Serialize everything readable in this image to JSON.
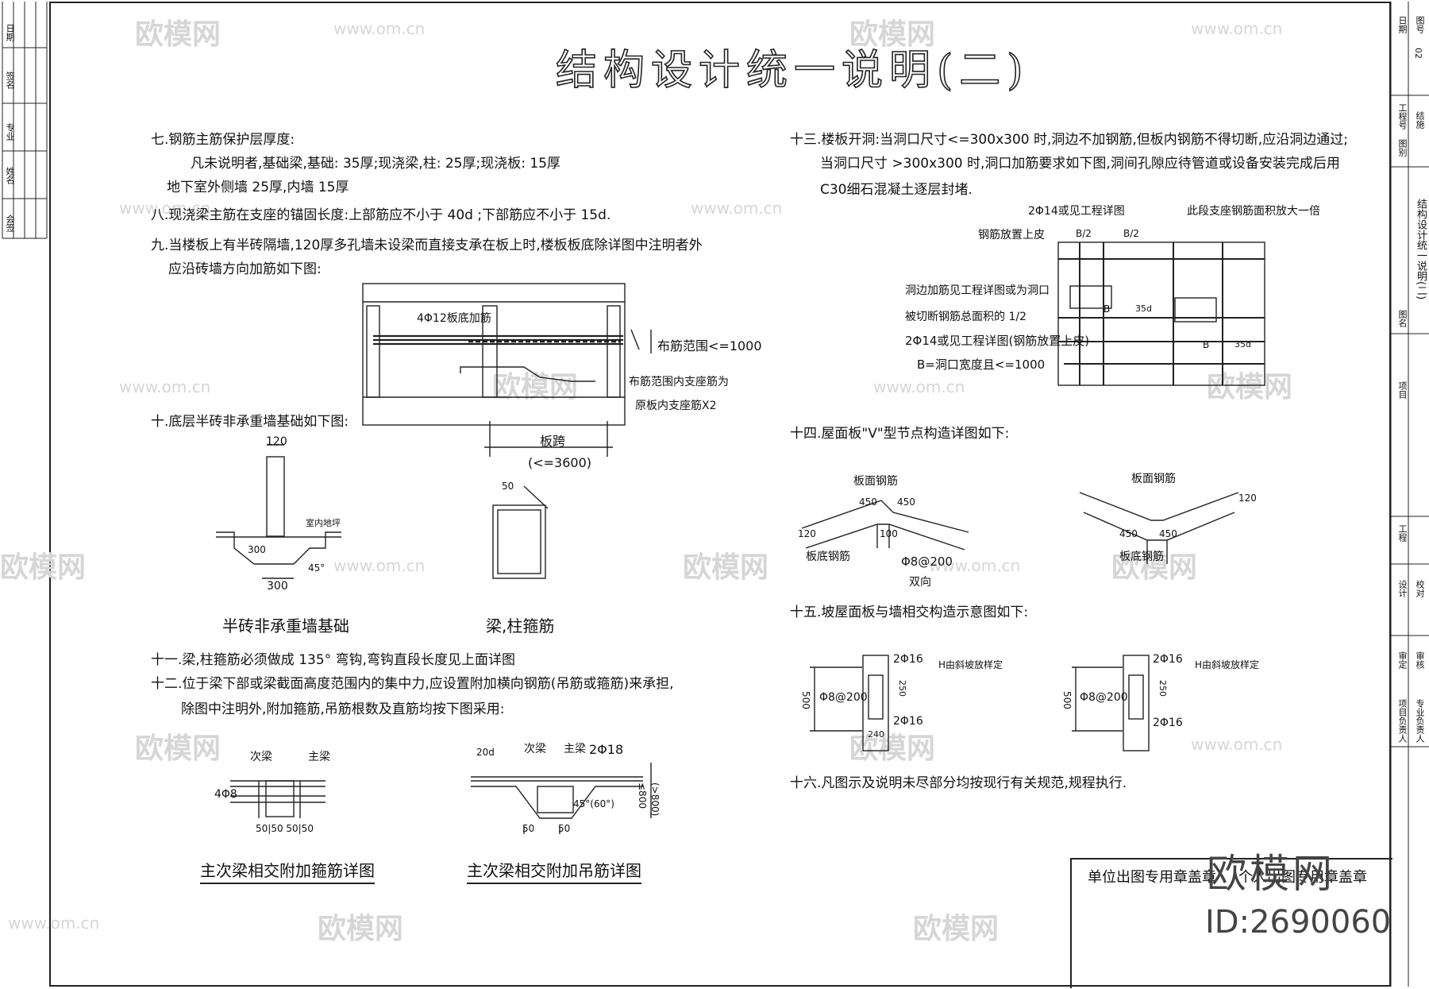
{
  "title": "结构设计统一说明(二)",
  "watermark": {
    "logo_text": "欧模网",
    "url": "www.om.cn"
  },
  "notes": {
    "n7_head": "七.钢筋主筋保护层厚度:",
    "n7_l1": "凡未说明者,基础梁,基础: 35厚;现浇梁,柱: 25厚;现浇板: 15厚",
    "n7_l2": "地下室外侧墙 25厚,内墙 15厚",
    "n8": "八.现浇梁主筋在支座的锚固长度:上部筋应不小于 40d ;下部筋应不小于 15d.",
    "n9_l1": "九.当楼板上有半砖隔墙,120厚多孔墙未设梁而直接支承在板上时,楼板板底除详图中注明者外",
    "n9_l2": "应沿砖墙方向加筋如下图:",
    "n10": "十.底层半砖非承重墙基础如下图:",
    "n11": "十一.梁,柱箍筋必须做成 135° 弯钩,弯钩直段长度见上面详图",
    "n12_l1": "十二.位于梁下部或梁截面高度范围内的集中力,应设置附加横向钢筋(吊筋或箍筋)来承担,",
    "n12_l2": "除图中注明外,附加箍筋,吊筋根数及直筋均按下图采用:",
    "n13_l1": "十三.楼板开洞:当洞口尺寸<=300x300 时,洞边不加钢筋,但板内钢筋不得切断,应沿洞边通过;",
    "n13_l2": "当洞口尺寸 >300x300 时,洞口加筋要求如下图,洞间孔隙应待管道或设备安装完成后用",
    "n13_l3": "C30细石混凝土逐层封堵.",
    "n14": "十四.屋面板\"V\"型节点构造详图如下:",
    "n15": "十五.坡屋面板与墙相交构造示意图如下:",
    "n16": "十六.凡图示及说明未尽部分均按现行有关规范,规程执行."
  },
  "captions": {
    "wall_found": "半砖非承重墙基础",
    "stirrup": "梁,柱箍筋",
    "hoop_detail": "主次梁相交附加箍筋详图",
    "hanger_detail": "主次梁相交附加吊筋详图"
  },
  "labels": {
    "slab_bar": "4Φ12板底加筋",
    "range": "布筋范围<=1000",
    "range2": "布筋范围内支座筋为",
    "range3": "原板内支座筋X2",
    "span": "板跨",
    "span_limit": "(<=3600)",
    "d120": "120",
    "indoor": "室内地坪",
    "d300a": "300",
    "d300b": "300",
    "deg45": "45°",
    "d50": "50",
    "sec_beam": "次梁",
    "main_beam": "主梁",
    "bar4": "4Φ8",
    "dims": "50|50  50|50",
    "d20": "20d",
    "bar218": "2Φ18",
    "d800": "≤800",
    "d800b": "(>800)",
    "ang": "45°(60°)",
    "d50b": "50",
    "d50c": "50",
    "h1": "2Φ14或见工程详图",
    "h2": "钢筋放置上皮",
    "h3": "此段支座钢筋面积放大一倍",
    "h4": "洞边加筋见工程详图或为洞口",
    "h5": "被切断钢筋总面积的 1/2",
    "h6": "2Φ14或见工程详图(钢筋放置上皮)",
    "h7": "B=洞口宽度且<=1000",
    "hb2a": "B/2",
    "hb2b": "B/2",
    "hb": "B",
    "h35": "35d",
    "hb_2": "B",
    "h35_2": "35d",
    "v_top1": "板面钢筋",
    "v_bot1": "板底钢筋",
    "v450a": "450",
    "v450b": "450",
    "v120a": "120",
    "v100": "100",
    "v_bar": "Φ8@200",
    "v_two": "双向",
    "v_top2": "板面钢筋",
    "v_bot2": "板底钢筋",
    "v450c": "450",
    "v450d": "450",
    "v120b": "120",
    "w216a": "2Φ16",
    "w_h1": "H由斜坡放样定",
    "w_500a": "500",
    "w_bar1": "Φ8@200",
    "w250a": "250",
    "w216b": "2Φ16",
    "w240": "240",
    "w216c": "2Φ16",
    "w_h2": "H由斜坡放样定",
    "w_500b": "500",
    "w_bar2": "Φ8@200",
    "w250b": "250",
    "w216d": "2Φ16"
  },
  "title_block": {
    "drawing_name": "结构设计统一说明(二)",
    "drawing_no_label": "图号",
    "drawing_no": "02",
    "date_label": "日期",
    "stage_label": "结施",
    "project_no": "工程号",
    "stage_lbl": "图别",
    "designer": "设计",
    "checker": "校对",
    "approver": "审定",
    "reviewer": "审核",
    "project_leader": "项目负责人",
    "specialty_leader": "专业负责人",
    "construction": "工程",
    "project": "项目",
    "name_lbl": "图名"
  },
  "left_strip": {
    "a": "日期",
    "b": "签名",
    "c": "专业",
    "d": "姓名",
    "e": "会签"
  },
  "stamp": {
    "unit": "单位出图专用章盖章",
    "personal": "个人出图专用章盖章"
  },
  "brand": {
    "name": "欧模网",
    "id": "ID:2690060"
  }
}
